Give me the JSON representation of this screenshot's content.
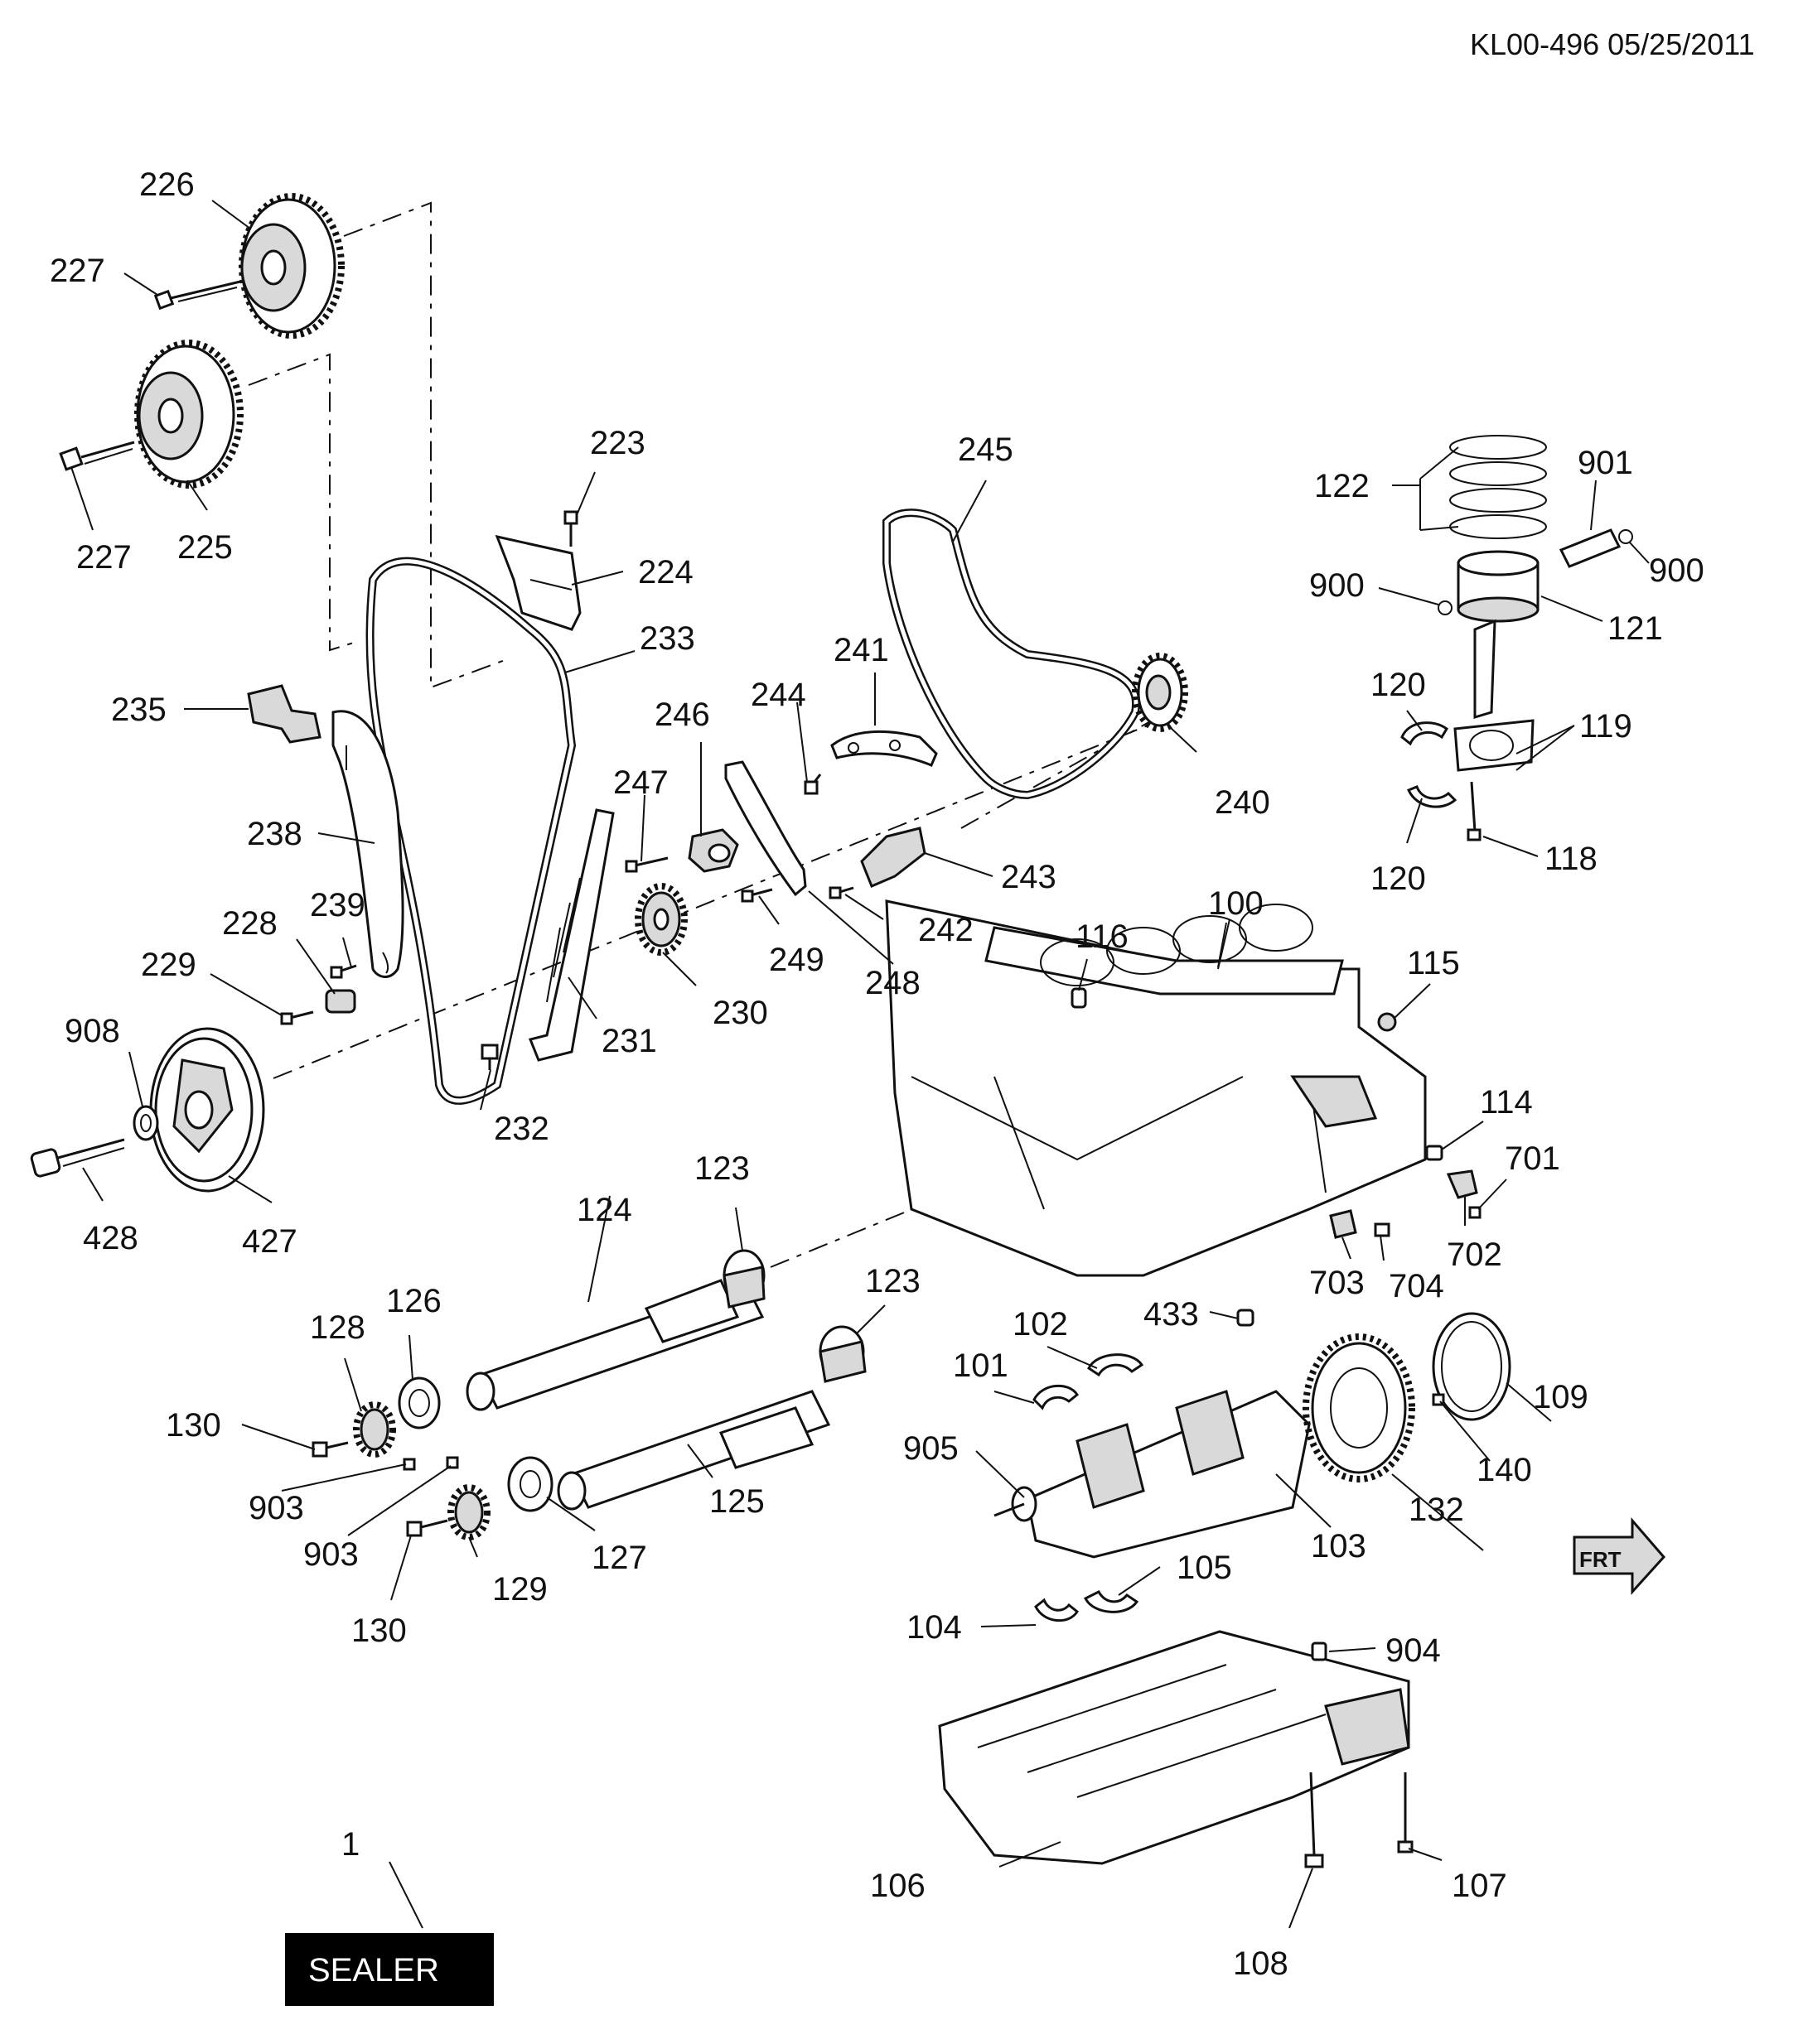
{
  "header": {
    "doc_id": "KL00-496 05/25/2011"
  },
  "callouts": {
    "c1": "1",
    "c100": "100",
    "c101": "101",
    "c102": "102",
    "c103": "103",
    "c104": "104",
    "c105": "105",
    "c106": "106",
    "c107": "107",
    "c108": "108",
    "c109": "109",
    "c114": "114",
    "c115": "115",
    "c116": "116",
    "c118": "118",
    "c119": "119",
    "c120a": "120",
    "c120b": "120",
    "c121": "121",
    "c122": "122",
    "c123a": "123",
    "c123b": "123",
    "c124": "124",
    "c125": "125",
    "c126": "126",
    "c127": "127",
    "c128": "128",
    "c129": "129",
    "c130a": "130",
    "c130b": "130",
    "c132": "132",
    "c140": "140",
    "c223": "223",
    "c224": "224",
    "c225": "225",
    "c226": "226",
    "c227a": "227",
    "c227b": "227",
    "c228": "228",
    "c229": "229",
    "c230": "230",
    "c231": "231",
    "c232": "232",
    "c233": "233",
    "c235": "235",
    "c238": "238",
    "c239": "239",
    "c240": "240",
    "c241": "241",
    "c242": "242",
    "c243": "243",
    "c244": "244",
    "c245": "245",
    "c246": "246",
    "c247": "247",
    "c248": "248",
    "c249": "249",
    "c427": "427",
    "c428": "428",
    "c433": "433",
    "c701": "701",
    "c702": "702",
    "c703": "703",
    "c704": "704",
    "c900a": "900",
    "c900b": "900",
    "c901": "901",
    "c903a": "903",
    "c903b": "903",
    "c904": "904",
    "c905": "905",
    "c908": "908"
  },
  "sealer": {
    "label": "SEALER"
  },
  "front_arrow": {
    "label": "FRT"
  }
}
